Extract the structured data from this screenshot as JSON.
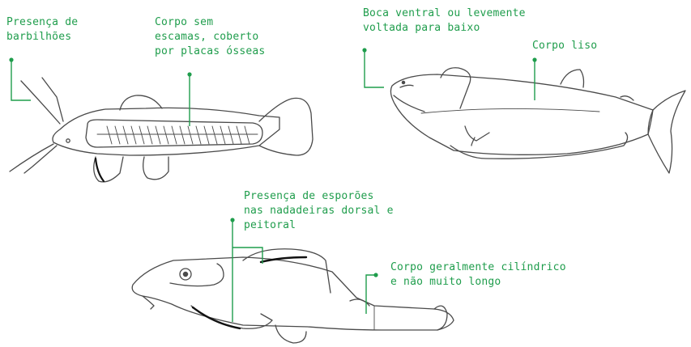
{
  "colors": {
    "label": "#1f9d4c",
    "leader": "#1f9d4c",
    "outline": "#4a4a4a",
    "dark_edge": "#111111"
  },
  "annotations": {
    "barbilhoes": {
      "lines": [
        "Presença de",
        "barbilhões"
      ]
    },
    "corpo_sem_escamas": {
      "lines": [
        "Corpo sem",
        "escamas, coberto",
        "por placas ósseas"
      ]
    },
    "boca_ventral": {
      "lines": [
        "Boca ventral ou levemente",
        "voltada para baixo"
      ]
    },
    "corpo_liso": {
      "lines": [
        "Corpo liso"
      ]
    },
    "esporoes": {
      "lines": [
        "Presença de esporões",
        "nas nadadeiras dorsal e",
        "peitoral"
      ]
    },
    "corpo_cilindrico": {
      "lines": [
        "Corpo geralmente cilíndrico",
        "e não muito longo"
      ]
    }
  }
}
